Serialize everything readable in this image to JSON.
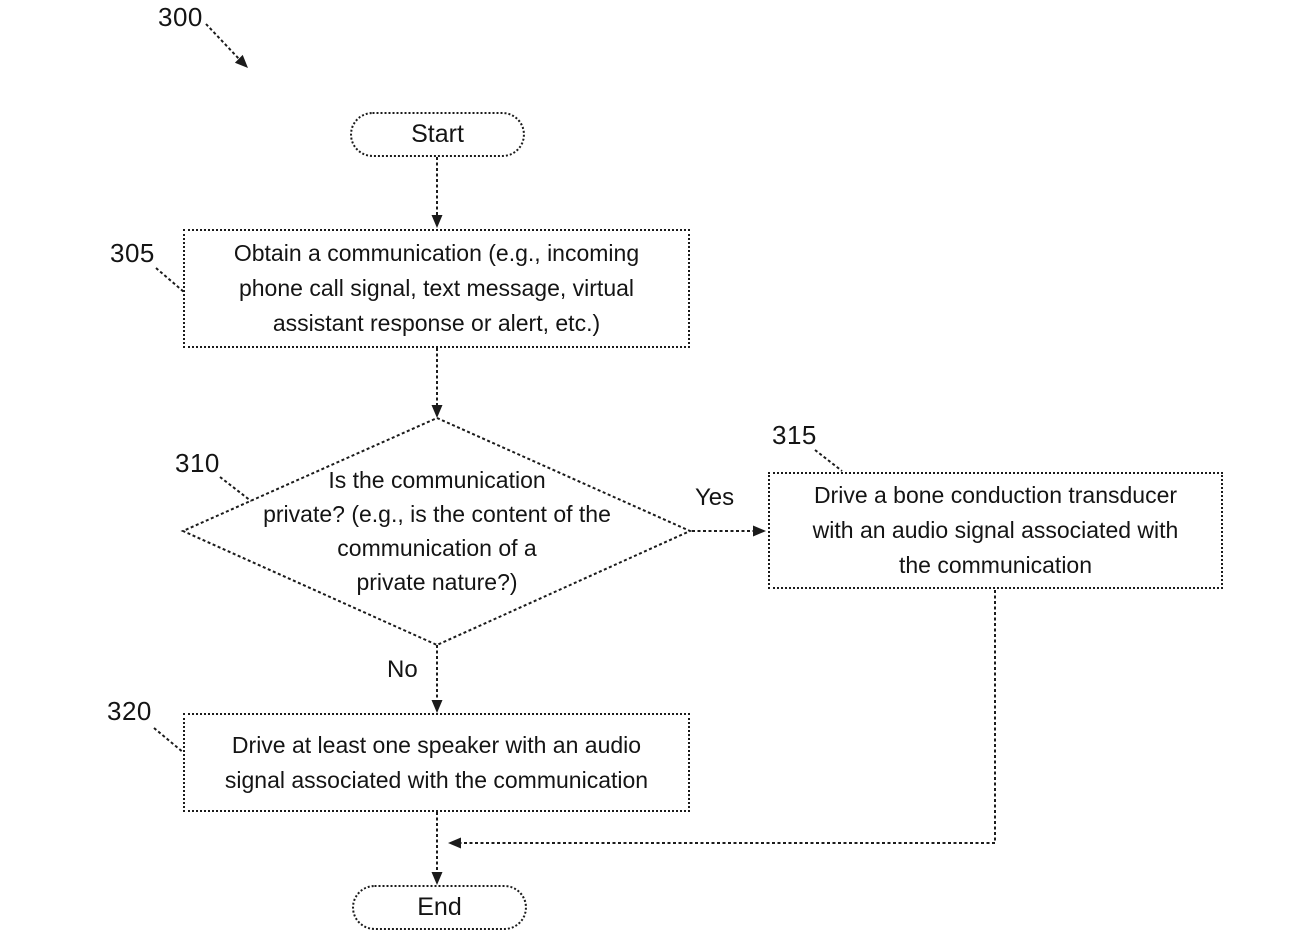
{
  "figure": {
    "ref_label": "300",
    "background_color": "#ffffff",
    "line_color": "#1b1b1b",
    "text_color": "#141414"
  },
  "nodes": {
    "start": {
      "type": "terminator",
      "label": "Start"
    },
    "n305": {
      "type": "process",
      "ref": "305",
      "text": "Obtain a communication (e.g., incoming\nphone call signal, text message, virtual\nassistant response or alert, etc.)"
    },
    "n310": {
      "type": "decision",
      "ref": "310",
      "text": "Is the communication\nprivate? (e.g., is the content of the\ncommunication of a\nprivate nature?)"
    },
    "n315": {
      "type": "process",
      "ref": "315",
      "text": "Drive a bone conduction transducer\nwith an audio signal associated with\nthe communication"
    },
    "n320": {
      "type": "process",
      "ref": "320",
      "text": "Drive at least one speaker with an audio\nsignal associated with the communication"
    },
    "end": {
      "type": "terminator",
      "label": "End"
    }
  },
  "edges": {
    "yes_label": "Yes",
    "no_label": "No"
  }
}
